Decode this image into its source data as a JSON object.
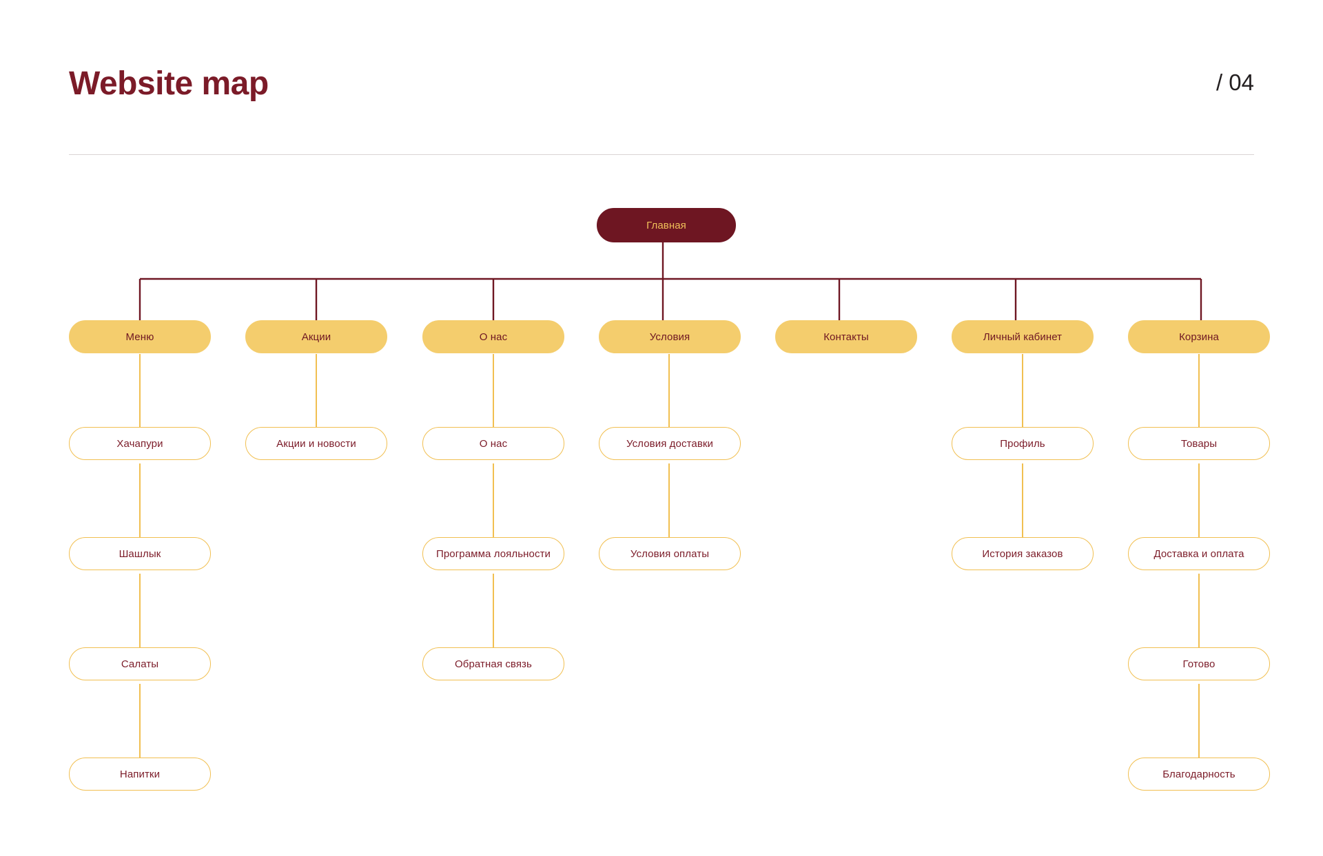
{
  "header": {
    "title": "Website map",
    "page_number": "/ 04"
  },
  "colors": {
    "maroon": "#6e1622",
    "title_maroon": "#7b1b28",
    "gold_fill": "#f4cd6d",
    "gold_border": "#f1bf50",
    "gold_text": "#f0c05a",
    "background": "#ffffff",
    "rule": "#d9d4d4",
    "page_number": "#231f20"
  },
  "chart_data": {
    "type": "diagram",
    "subtype": "sitemap-tree",
    "title": "Website map",
    "root": {
      "id": "home",
      "label": "Главная",
      "level": 1
    },
    "columns": [
      {
        "id": "col-menu",
        "root_label": "Меню",
        "children": [
          "Хачапури",
          "Шашлык",
          "Салаты",
          "Напитки"
        ]
      },
      {
        "id": "col-promos",
        "root_label": "Акции",
        "children": [
          "Акции и новости"
        ]
      },
      {
        "id": "col-about",
        "root_label": "О нас",
        "children": [
          "О нас",
          "Программа лояльности",
          "Обратная связь"
        ]
      },
      {
        "id": "col-terms",
        "root_label": "Условия",
        "children": [
          "Условия доставки",
          "Условия оплаты"
        ]
      },
      {
        "id": "col-contacts",
        "root_label": "Контакты",
        "children": []
      },
      {
        "id": "col-account",
        "root_label": "Личный кабинет",
        "children": [
          "Профиль",
          "История заказов"
        ]
      },
      {
        "id": "col-cart",
        "root_label": "Корзина",
        "children": [
          "Товары",
          "Доставка и оплата",
          "Готово",
          "Благодарность"
        ]
      }
    ]
  },
  "nodes": {
    "root": "Главная",
    "level2": {
      "menu": "Меню",
      "promos": "Акции",
      "about": "О нас",
      "terms": "Условия",
      "contacts": "Контакты",
      "account": "Личный кабинет",
      "cart": "Корзина"
    },
    "menu": {
      "r1": "Хачапури",
      "r2": "Шашлык",
      "r3": "Салаты",
      "r4": "Напитки"
    },
    "promos": {
      "r1": "Акции и новости"
    },
    "about": {
      "r1": "О нас",
      "r2": "Программа лояльности",
      "r3": "Обратная связь"
    },
    "terms": {
      "r1": "Условия доставки",
      "r2": "Условия оплаты"
    },
    "account": {
      "r1": "Профиль",
      "r2": "История заказов"
    },
    "cart": {
      "r1": "Товары",
      "r2": "Доставка и оплата",
      "r3": "Готово",
      "r4": "Благодарность"
    }
  }
}
